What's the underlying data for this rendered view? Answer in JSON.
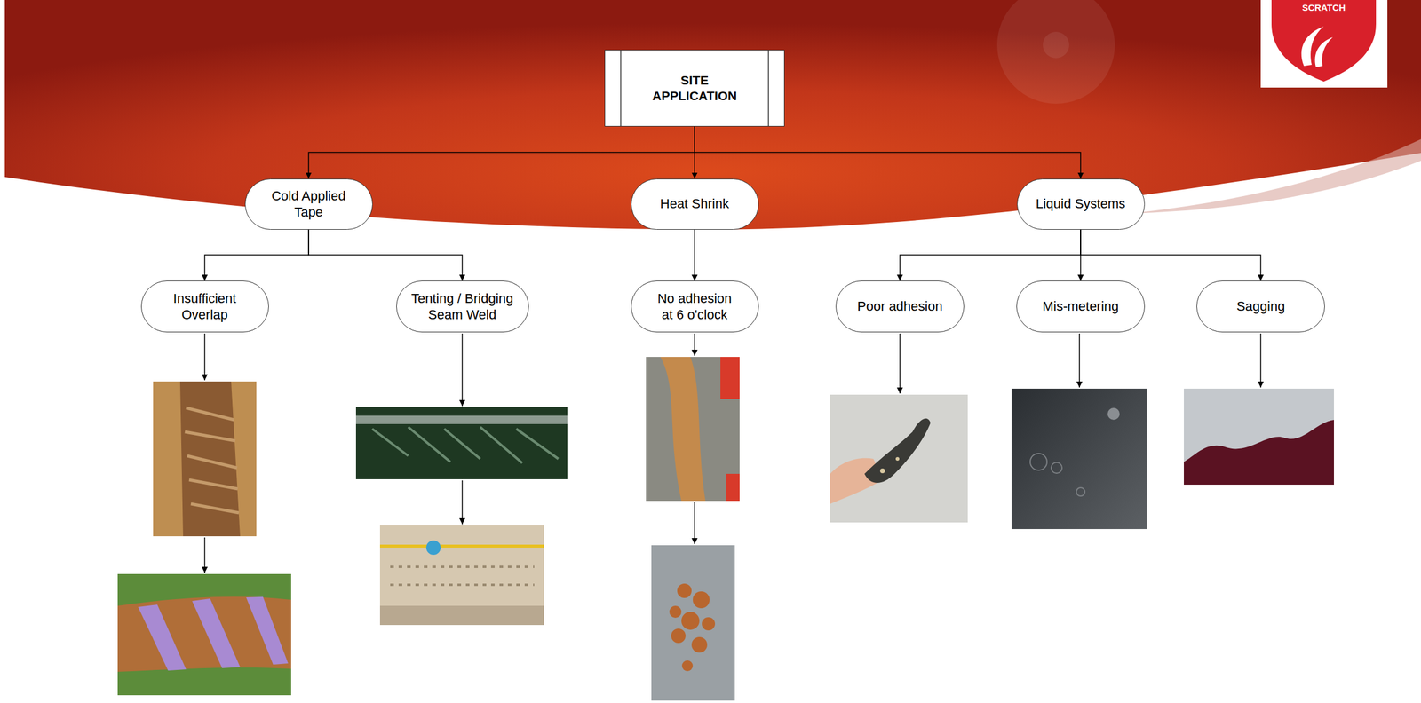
{
  "diagram": {
    "nodes": [
      {
        "text": [
          "SITE APPLICATION"
        ]
      },
      {
        "text": [
          "Cold Applied Tape"
        ]
      },
      {
        "text": [
          "Heat Shrink"
        ]
      },
      {
        "text": [
          "Liquid Systems"
        ]
      },
      {
        "text": [
          "Insufficient Overlap"
        ]
      },
      {
        "text": [
          "Tenting / Bridging Seam Weld"
        ]
      },
      {
        "text": [
          "No adhesion at 6 o'clock"
        ]
      },
      {
        "text": [
          "Poor adhesion"
        ]
      },
      {
        "text": [
          "Mis-metering"
        ]
      },
      {
        "text": [
          "Sagging"
        ]
      }
    ],
    "edges": [
      {
        "from": 0,
        "to": 1,
        "arrow": "to"
      },
      {
        "from": 0,
        "to": 2,
        "arrow": "to"
      },
      {
        "from": 0,
        "to": 3,
        "arrow": "to"
      },
      {
        "from": 1,
        "to": 4,
        "arrow": "to"
      },
      {
        "from": 1,
        "to": 5,
        "arrow": "to"
      },
      {
        "from": 2,
        "to": 6,
        "arrow": "to"
      },
      {
        "from": 3,
        "to": 7,
        "arrow": "to"
      },
      {
        "from": 3,
        "to": 8,
        "arrow": "to"
      },
      {
        "from": 3,
        "to": 9,
        "arrow": "to"
      }
    ],
    "labels": [
      "SCRATCH"
    ]
  }
}
